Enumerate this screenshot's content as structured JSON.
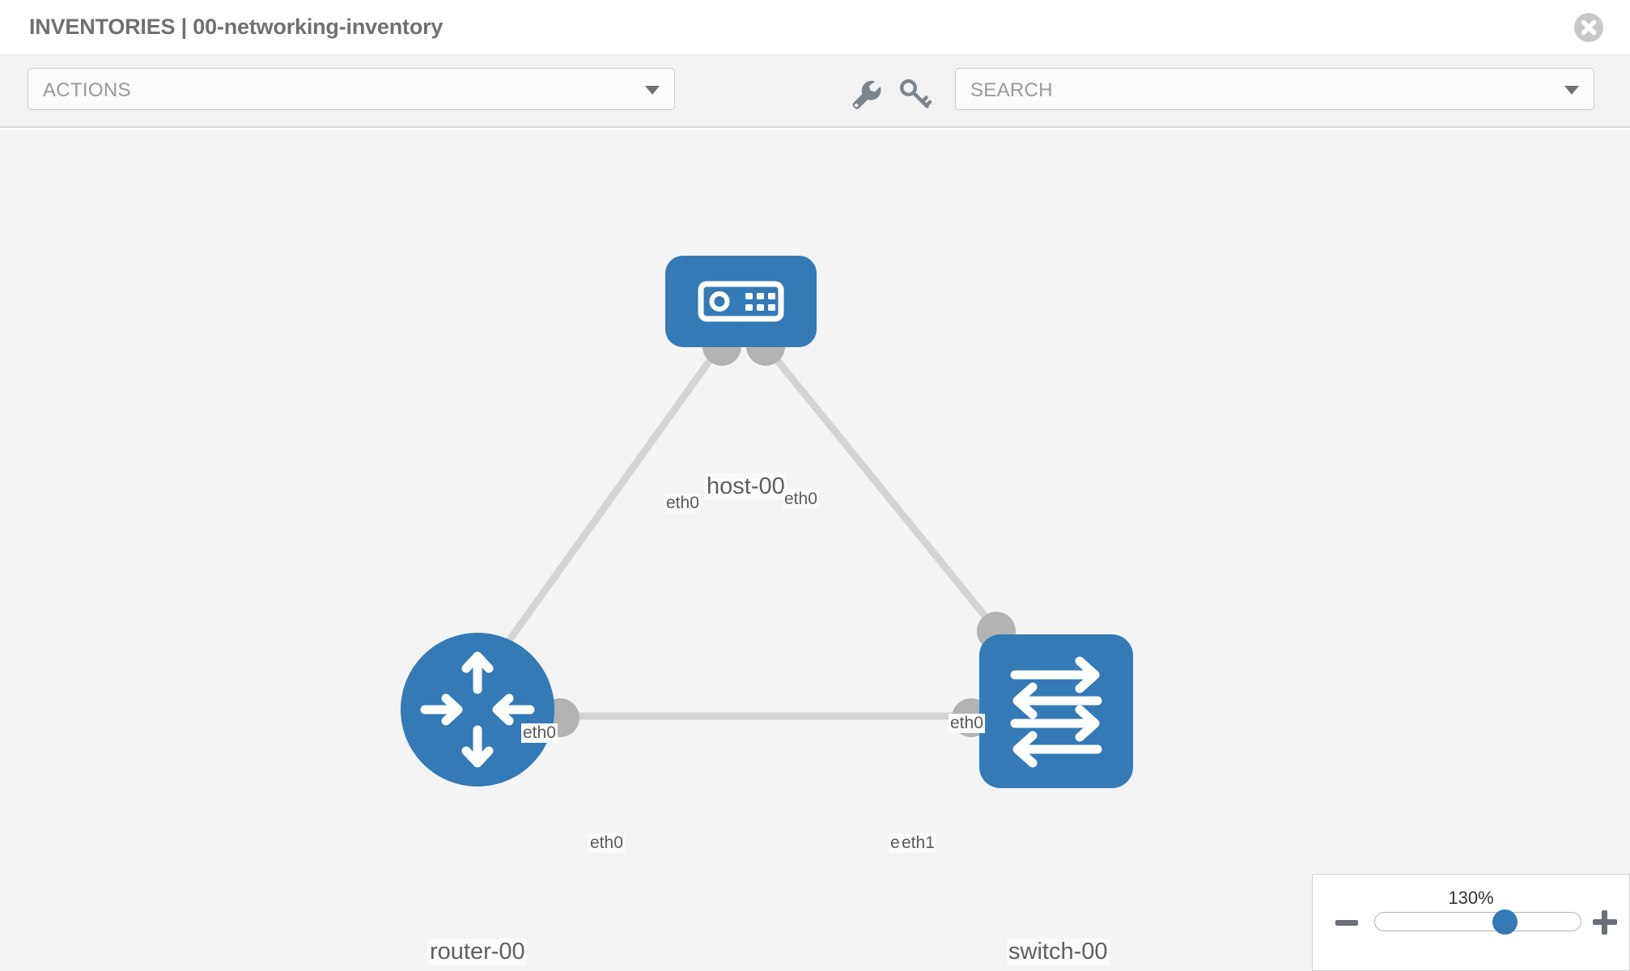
{
  "header": {
    "title": "INVENTORIES | 00-networking-inventory",
    "close_icon": "close-circle-icon"
  },
  "toolbar": {
    "actions_label": "ACTIONS",
    "search_label": "SEARCH",
    "wrench_icon": "wrench-icon",
    "key_icon": "key-icon",
    "dropdown_icon": "chevron-down-icon"
  },
  "topology": {
    "nodes": [
      {
        "id": "host-00",
        "label": "host-00",
        "type": "host",
        "icon": "server-icon",
        "color": "#337ab7"
      },
      {
        "id": "router-00",
        "label": "router-00",
        "type": "router",
        "icon": "router-arrows-icon",
        "color": "#337ab7"
      },
      {
        "id": "switch-00",
        "label": "switch-00",
        "type": "switch",
        "icon": "switch-arrows-icon",
        "color": "#337ab7"
      }
    ],
    "links": [
      {
        "from": "host-00",
        "to": "router-00",
        "from_iface": "eth0",
        "to_iface": "eth0"
      },
      {
        "from": "host-00",
        "to": "switch-00",
        "from_iface": "eth0",
        "to_iface": "eth0"
      },
      {
        "from": "router-00",
        "to": "switch-00",
        "from_iface": "eth0",
        "to_iface": "eth1"
      }
    ],
    "interface_labels": {
      "host_left": "eth0",
      "host_right": "eth0",
      "router_up": "eth0",
      "switch_up": "eth0",
      "router_right": "eth0",
      "switch_left_a": "eth0",
      "switch_left_b": "eth1"
    },
    "link_color": "#d4d4d4",
    "port_color": "#b3b3b3"
  },
  "zoom_control": {
    "level": "130%",
    "minus_label": "zoom-out",
    "plus_label": "zoom-in",
    "thumb_position_percent": 62
  }
}
